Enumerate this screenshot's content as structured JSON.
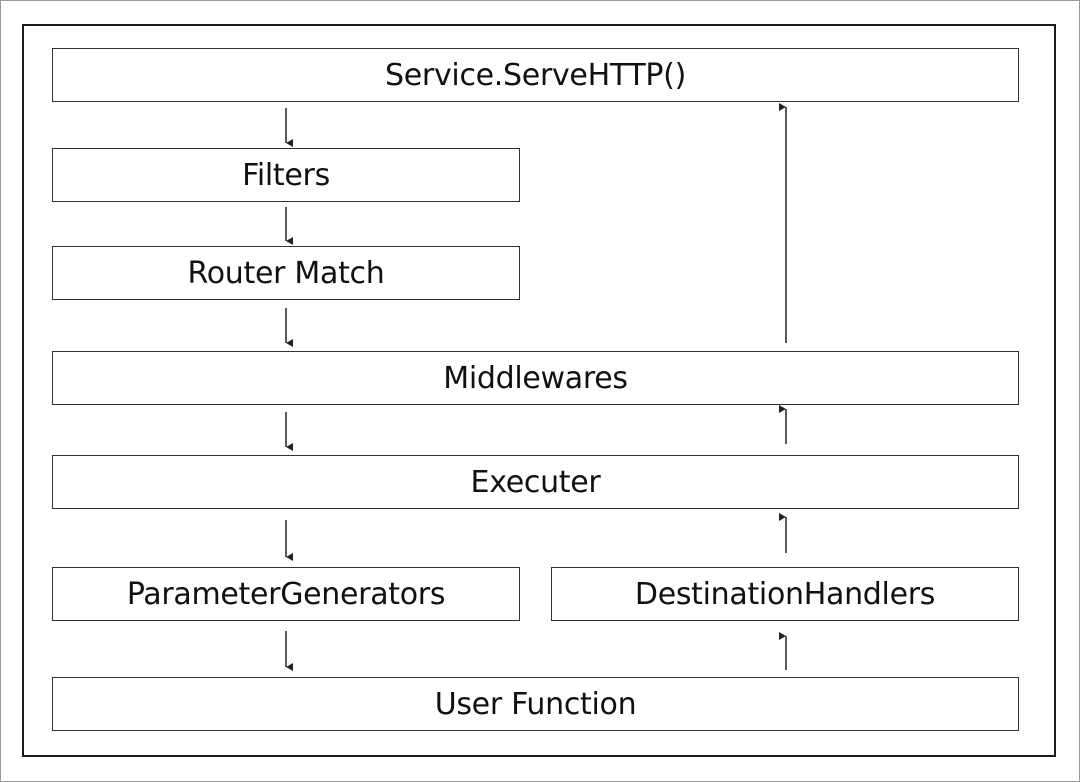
{
  "diagram": {
    "nodes": {
      "serve_http": "Service.ServeHTTP()",
      "filters": "Filters",
      "router_match": "Router Match",
      "middlewares": "Middlewares",
      "executer": "Executer",
      "parameter_generators": "ParameterGenerators",
      "destination_handlers": "DestinationHandlers",
      "user_function": "User Function"
    },
    "edges": [
      {
        "from": "serve_http",
        "to": "filters",
        "direction": "down"
      },
      {
        "from": "filters",
        "to": "router_match",
        "direction": "down"
      },
      {
        "from": "router_match",
        "to": "middlewares",
        "direction": "down"
      },
      {
        "from": "middlewares",
        "to": "executer",
        "direction": "down"
      },
      {
        "from": "executer",
        "to": "parameter_generators",
        "direction": "down"
      },
      {
        "from": "parameter_generators",
        "to": "user_function",
        "direction": "down"
      },
      {
        "from": "user_function",
        "to": "destination_handlers",
        "direction": "up"
      },
      {
        "from": "destination_handlers",
        "to": "executer",
        "direction": "up"
      },
      {
        "from": "executer",
        "to": "middlewares",
        "direction": "up"
      },
      {
        "from": "middlewares",
        "to": "serve_http",
        "direction": "up"
      }
    ],
    "colors": {
      "stroke": "#333333",
      "text": "#111111",
      "background": "#ffffff"
    }
  }
}
